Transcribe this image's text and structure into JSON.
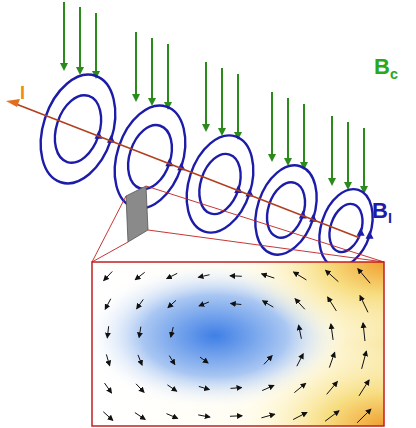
{
  "diagram": {
    "labels": [
      "I",
      "Bc",
      "BI"
    ]
  }
}
